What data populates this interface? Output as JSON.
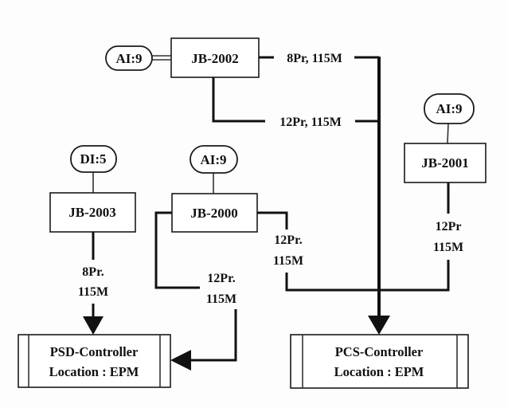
{
  "diagram": {
    "junction_boxes": [
      {
        "id": "jb2002",
        "label": "JB-2002",
        "signal": "AI:9"
      },
      {
        "id": "jb2001",
        "label": "JB-2001",
        "signal": "AI:9"
      },
      {
        "id": "jb2003",
        "label": "JB-2003",
        "signal": "DI:5"
      },
      {
        "id": "jb2000",
        "label": "JB-2000",
        "signal": "AI:9"
      }
    ],
    "cables": [
      {
        "from": "JB-2002",
        "to": "PCS-Controller",
        "label": "8Pr, 115M"
      },
      {
        "from": "JB-2002",
        "to": "PCS-Controller",
        "label": "12Pr, 115M"
      },
      {
        "from": "JB-2001",
        "to": "PCS-Controller",
        "line1": "12Pr",
        "line2": "115M"
      },
      {
        "from": "JB-2003",
        "to": "PSD-Controller",
        "line1": "8Pr.",
        "line2": "115M"
      },
      {
        "from": "JB-2000",
        "to": "PCS-Controller",
        "line1": "12Pr.",
        "line2": "115M"
      },
      {
        "from": "JB-2000",
        "to": "PSD-Controller",
        "line1": "12Pr.",
        "line2": "115M"
      }
    ],
    "controllers": [
      {
        "id": "psd",
        "name": "PSD-Controller",
        "location": "Location : EPM"
      },
      {
        "id": "pcs",
        "name": "PCS-Controller",
        "location": "Location : EPM"
      }
    ]
  }
}
